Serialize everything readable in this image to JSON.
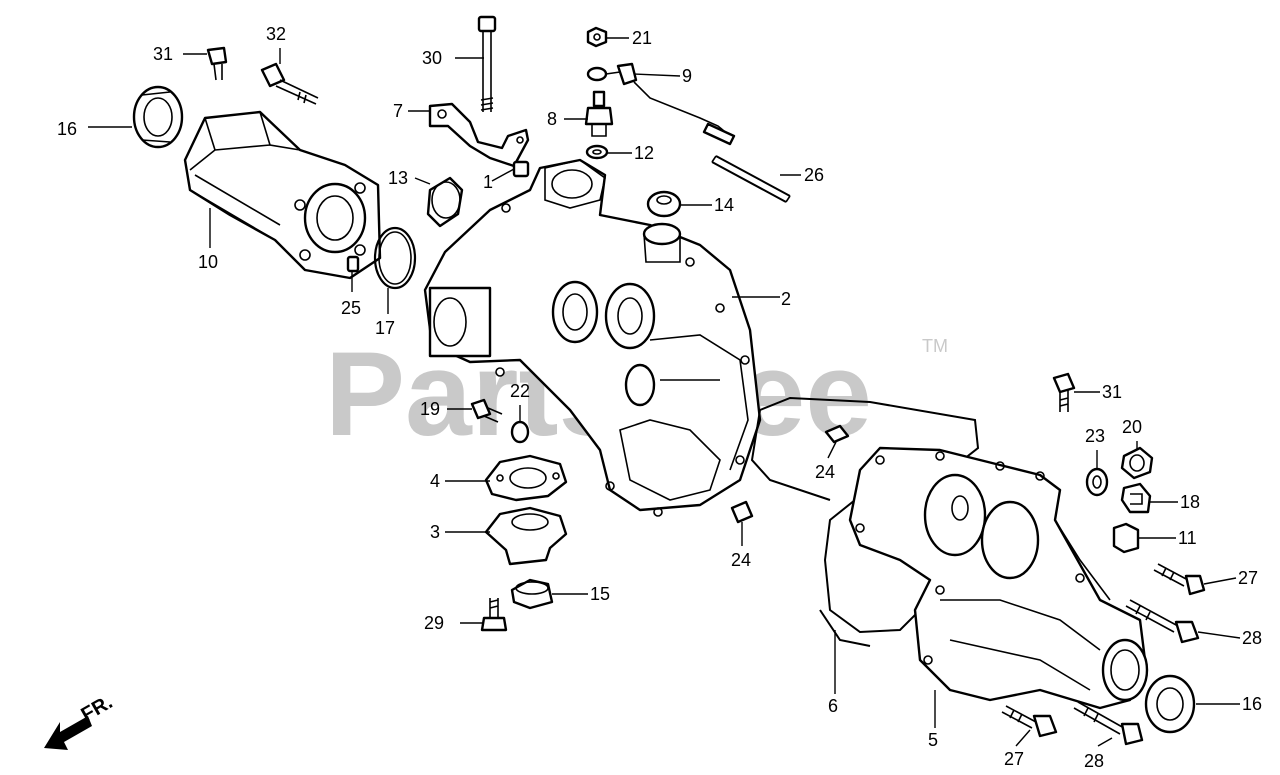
{
  "watermark": {
    "text": "PartsTree",
    "trademark": "TM"
  },
  "direction_label": "FR.",
  "callouts": [
    {
      "id": "c1",
      "label": "1"
    },
    {
      "id": "c2",
      "label": "2"
    },
    {
      "id": "c3",
      "label": "3"
    },
    {
      "id": "c4",
      "label": "4"
    },
    {
      "id": "c5",
      "label": "5"
    },
    {
      "id": "c6",
      "label": "6"
    },
    {
      "id": "c7",
      "label": "7"
    },
    {
      "id": "c8",
      "label": "8"
    },
    {
      "id": "c9",
      "label": "9"
    },
    {
      "id": "c10",
      "label": "10"
    },
    {
      "id": "c11",
      "label": "11"
    },
    {
      "id": "c12",
      "label": "12"
    },
    {
      "id": "c13",
      "label": "13"
    },
    {
      "id": "c14",
      "label": "14"
    },
    {
      "id": "c15",
      "label": "15"
    },
    {
      "id": "c16a",
      "label": "16"
    },
    {
      "id": "c16b",
      "label": "16"
    },
    {
      "id": "c17",
      "label": "17"
    },
    {
      "id": "c18",
      "label": "18"
    },
    {
      "id": "c19",
      "label": "19"
    },
    {
      "id": "c20",
      "label": "20"
    },
    {
      "id": "c21",
      "label": "21"
    },
    {
      "id": "c22",
      "label": "22"
    },
    {
      "id": "c23",
      "label": "23"
    },
    {
      "id": "c24a",
      "label": "24"
    },
    {
      "id": "c24b",
      "label": "24"
    },
    {
      "id": "c25",
      "label": "25"
    },
    {
      "id": "c26",
      "label": "26"
    },
    {
      "id": "c27a",
      "label": "27"
    },
    {
      "id": "c27b",
      "label": "27"
    },
    {
      "id": "c28a",
      "label": "28"
    },
    {
      "id": "c28b",
      "label": "28"
    },
    {
      "id": "c29",
      "label": "29"
    },
    {
      "id": "c30",
      "label": "30"
    },
    {
      "id": "c31a",
      "label": "31"
    },
    {
      "id": "c31b",
      "label": "31"
    },
    {
      "id": "c32",
      "label": "32"
    }
  ]
}
